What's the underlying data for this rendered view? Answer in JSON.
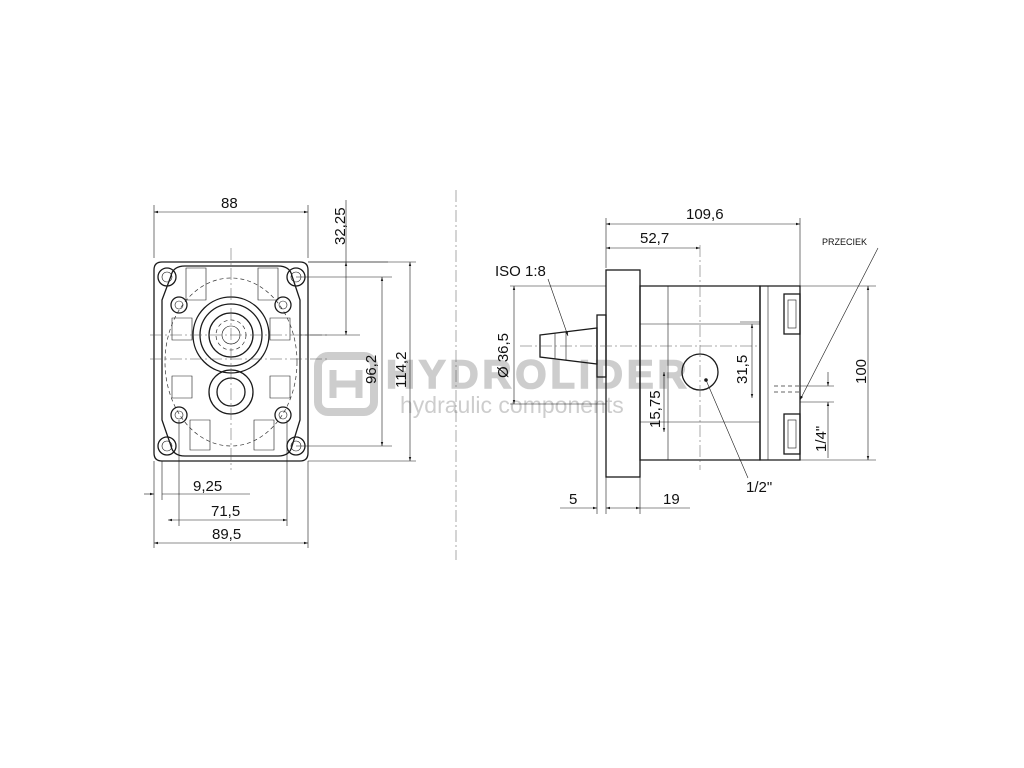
{
  "watermark": {
    "brand": "HYDROLIDER",
    "tagline": "hydraulic components"
  },
  "front_view": {
    "dimensions": {
      "width_top": "88",
      "offset_top": "32,25",
      "height_inner": "96,2",
      "height_total": "114,2",
      "offset_bottom": "9,25",
      "width_bolt": "71,5",
      "width_bottom": "89,5"
    }
  },
  "side_view": {
    "dimensions": {
      "length_total": "109,6",
      "length_port": "52,7",
      "taper": "ISO 1:8",
      "shaft_diameter": "Ø 36,5",
      "port_offset_v": "31,5",
      "port_offset_low": "15,75",
      "height_total": "100",
      "flange_thickness": "5",
      "spigot_length": "19",
      "port_size": "1/2\"",
      "drain_size": "1/4\"",
      "drain_label": "PRZECIEK"
    }
  }
}
